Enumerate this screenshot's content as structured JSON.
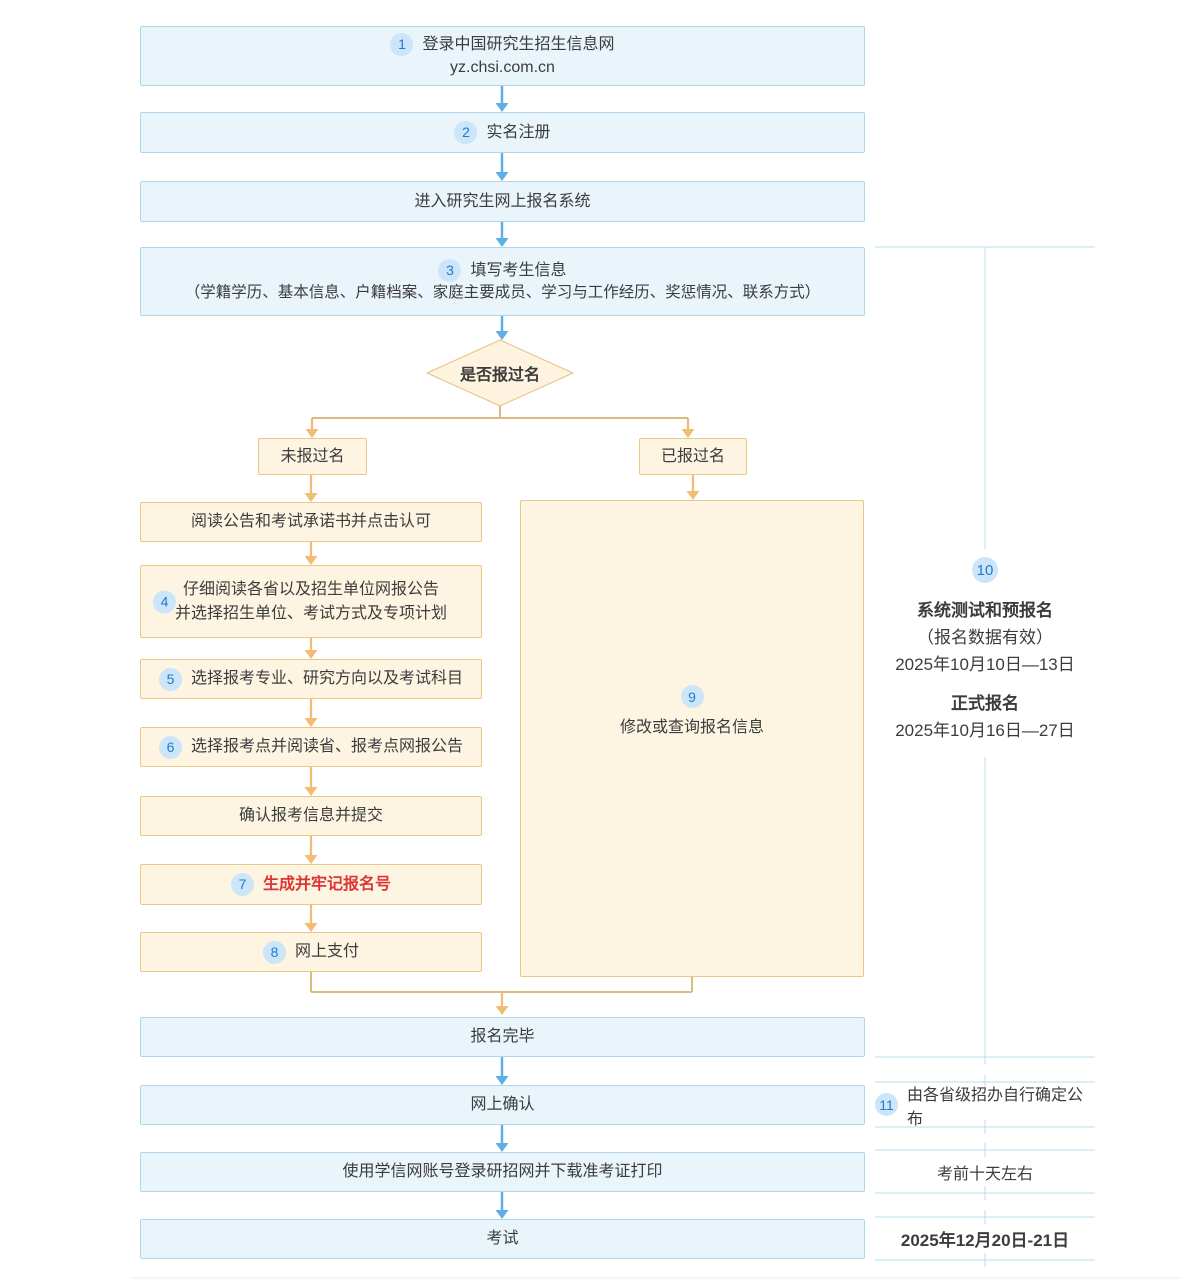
{
  "colors": {
    "box_blue_fill": "#e9f4fb",
    "box_blue_border": "#aed7ec",
    "box_orange_fill": "#fdf5e2",
    "box_orange_border": "#eac687",
    "diamond_fill": "#fdf3df",
    "diamond_border": "#e5be7f",
    "arrow_blue": "#5eafe6",
    "arrow_orange": "#f2bc74",
    "connector_orange": "#ddbb80",
    "rule_blue": "#b9dcec",
    "faint_rule": "#e9eef1",
    "badge_bg": "#cde5f8",
    "badge_fg": "#1e7ad2",
    "highlight_red": "#dd3535",
    "text": "#3c3c3c"
  },
  "flow": {
    "step1": {
      "badge": "1",
      "title": "登录中国研究生招生信息网",
      "url": "yz.chsi.com.cn"
    },
    "step2": {
      "badge": "2",
      "label": "实名注册"
    },
    "enter_system": {
      "label": "进入研究生网上报名系统"
    },
    "step3": {
      "badge": "3",
      "title": "填写考生信息",
      "detail": "（学籍学历、基本信息、户籍档案、家庭主要成员、学习与工作经历、奖惩情况、联系方式）"
    },
    "decision": {
      "label": "是否报过名"
    },
    "branch_no": {
      "label": "未报过名"
    },
    "branch_yes": {
      "label": "已报过名"
    },
    "read_notice": {
      "label": "阅读公告和考试承诺书并点击认可"
    },
    "step4": {
      "badge": "4",
      "line1": "仔细阅读各省以及招生单位网报公告",
      "line2": "并选择招生单位、考试方式及专项计划"
    },
    "step5": {
      "badge": "5",
      "label": "选择报考专业、研究方向以及考试科目"
    },
    "step6": {
      "badge": "6",
      "label": "选择报考点并阅读省、报考点网报公告"
    },
    "confirm_submit": {
      "label": "确认报考信息并提交"
    },
    "step7": {
      "badge": "7",
      "label": "生成并牢记报名号"
    },
    "step8": {
      "badge": "8",
      "label": "网上支付"
    },
    "step9": {
      "badge": "9",
      "label": "修改或查询报名信息"
    },
    "finish": {
      "label": "报名完毕"
    },
    "online_confirm": {
      "label": "网上确认"
    },
    "download_print": {
      "label": "使用学信网账号登录研招网并下载准考证打印"
    },
    "exam": {
      "label": "考试"
    }
  },
  "annotations": {
    "a10": {
      "badge": "10",
      "title1": "系统测试和预报名",
      "sub1": "（报名数据有效）",
      "date1": "2025年10月10日—13日",
      "title2": "正式报名",
      "date2": "2025年10月16日—27日"
    },
    "a11": {
      "badge": "11",
      "label": "由各省级招办自行确定公布"
    },
    "a12": {
      "label": "考前十天左右"
    },
    "a13": {
      "label": "2025年12月20日-21日"
    }
  }
}
